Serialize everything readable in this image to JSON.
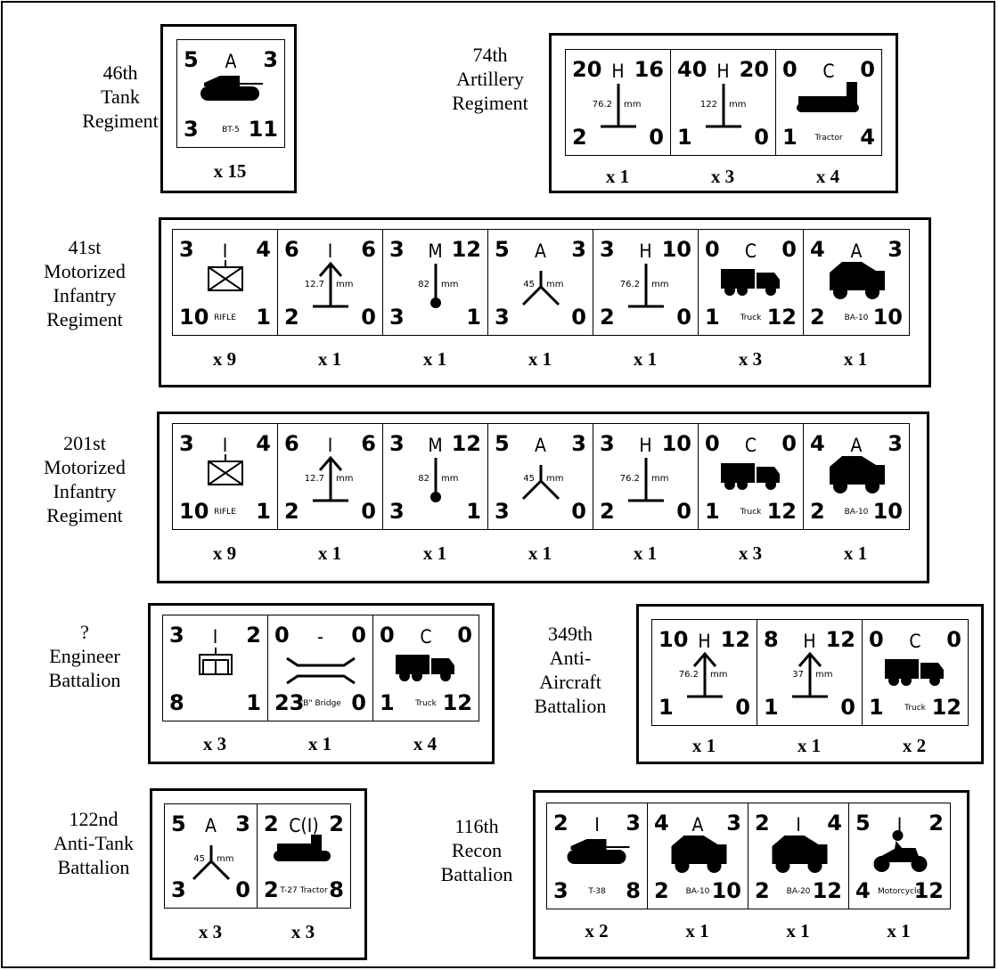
{
  "groups": {
    "tank46": {
      "label": [
        "46th",
        "Tank",
        "Regiment"
      ],
      "counters": [
        {
          "tl": "5",
          "type": "A",
          "tr": "3",
          "bl": "3",
          "br": "11",
          "sub": "BT-5",
          "count": "x 15"
        }
      ]
    },
    "art74": {
      "label": [
        "74th",
        "Artillery",
        "Regiment"
      ],
      "counters": [
        {
          "tl": "20",
          "type": "H",
          "tr": "16",
          "bl": "2",
          "br": "0",
          "cal": "76.2",
          "unit": "mm",
          "count": "x 1"
        },
        {
          "tl": "40",
          "type": "H",
          "tr": "20",
          "bl": "1",
          "br": "0",
          "cal": "122",
          "unit": "mm",
          "count": "x 3"
        },
        {
          "tl": "0",
          "type": "C",
          "tr": "0",
          "bl": "1",
          "br": "4",
          "sub": "Tractor",
          "count": "x 4"
        }
      ]
    },
    "mir41": {
      "label": [
        "41st",
        "Motorized",
        "Infantry",
        "Regiment"
      ],
      "counters": [
        {
          "tl": "3",
          "type": "I",
          "tr": "4",
          "bl": "10",
          "br": "1",
          "sub": "RIFLE",
          "count": "x 9"
        },
        {
          "tl": "6",
          "type": "I",
          "tr": "6",
          "bl": "2",
          "br": "0",
          "cal": "12.7",
          "unit": "mm",
          "count": "x 1"
        },
        {
          "tl": "3",
          "type": "M",
          "tr": "12",
          "bl": "3",
          "br": "1",
          "cal": "82",
          "unit": "mm",
          "count": "x 1"
        },
        {
          "tl": "5",
          "type": "A",
          "tr": "3",
          "bl": "3",
          "br": "0",
          "cal": "45",
          "unit": "mm",
          "count": "x 1"
        },
        {
          "tl": "3",
          "type": "H",
          "tr": "10",
          "bl": "2",
          "br": "0",
          "cal": "76.2",
          "unit": "mm",
          "count": "x 1"
        },
        {
          "tl": "0",
          "type": "C",
          "tr": "0",
          "bl": "1",
          "br": "12",
          "sub": "Truck",
          "count": "x 3"
        },
        {
          "tl": "4",
          "type": "A",
          "tr": "3",
          "bl": "2",
          "br": "10",
          "sub": "BA-10",
          "count": "x 1"
        }
      ]
    },
    "mir201": {
      "label": [
        "201st",
        "Motorized",
        "Infantry",
        "Regiment"
      ],
      "counters": [
        {
          "tl": "3",
          "type": "I",
          "tr": "4",
          "bl": "10",
          "br": "1",
          "sub": "RIFLE",
          "count": "x 9"
        },
        {
          "tl": "6",
          "type": "I",
          "tr": "6",
          "bl": "2",
          "br": "0",
          "cal": "12.7",
          "unit": "mm",
          "count": "x 1"
        },
        {
          "tl": "3",
          "type": "M",
          "tr": "12",
          "bl": "3",
          "br": "1",
          "cal": "82",
          "unit": "mm",
          "count": "x 1"
        },
        {
          "tl": "5",
          "type": "A",
          "tr": "3",
          "bl": "3",
          "br": "0",
          "cal": "45",
          "unit": "mm",
          "count": "x 1"
        },
        {
          "tl": "3",
          "type": "H",
          "tr": "10",
          "bl": "2",
          "br": "0",
          "cal": "76.2",
          "unit": "mm",
          "count": "x 1"
        },
        {
          "tl": "0",
          "type": "C",
          "tr": "0",
          "bl": "1",
          "br": "12",
          "sub": "Truck",
          "count": "x 3"
        },
        {
          "tl": "4",
          "type": "A",
          "tr": "3",
          "bl": "2",
          "br": "10",
          "sub": "BA-10",
          "count": "x 1"
        }
      ]
    },
    "eng": {
      "label": [
        "?",
        "Engineer",
        "Battalion"
      ],
      "counters": [
        {
          "tl": "3",
          "type": "I",
          "tr": "2",
          "bl": "8",
          "br": "1",
          "count": "x 3"
        },
        {
          "tl": "0",
          "type": "-",
          "tr": "0",
          "bl": "23",
          "br": "0",
          "sub": "\"B\" Bridge",
          "count": "x 1"
        },
        {
          "tl": "0",
          "type": "C",
          "tr": "0",
          "bl": "1",
          "br": "12",
          "sub": "Truck",
          "count": "x 4"
        }
      ]
    },
    "aa349": {
      "label": [
        "349th",
        "Anti-",
        "Aircraft",
        "Battalion"
      ],
      "counters": [
        {
          "tl": "10",
          "type": "H",
          "tr": "12",
          "bl": "1",
          "br": "0",
          "cal": "76.2",
          "unit": "mm",
          "count": "x 1"
        },
        {
          "tl": "8",
          "type": "H",
          "tr": "12",
          "bl": "1",
          "br": "0",
          "cal": "37",
          "unit": "mm",
          "count": "x 1"
        },
        {
          "tl": "0",
          "type": "C",
          "tr": "0",
          "bl": "1",
          "br": "12",
          "sub": "Truck",
          "count": "x 2"
        }
      ]
    },
    "at122": {
      "label": [
        "122nd",
        "Anti-Tank",
        "Battalion"
      ],
      "counters": [
        {
          "tl": "5",
          "type": "A",
          "tr": "3",
          "bl": "3",
          "br": "0",
          "cal": "45",
          "unit": "mm",
          "count": "x 3"
        },
        {
          "tl": "2",
          "type": "C(I)",
          "tr": "2",
          "bl": "2",
          "br": "8",
          "sub": "T-27 Tractor",
          "count": "x 3"
        }
      ]
    },
    "rec116": {
      "label": [
        "116th",
        "Recon",
        "Battalion"
      ],
      "counters": [
        {
          "tl": "2",
          "type": "I",
          "tr": "3",
          "bl": "3",
          "br": "8",
          "sub": "T-38",
          "count": "x 2"
        },
        {
          "tl": "4",
          "type": "A",
          "tr": "3",
          "bl": "2",
          "br": "10",
          "sub": "BA-10",
          "count": "x 1"
        },
        {
          "tl": "2",
          "type": "I",
          "tr": "4",
          "bl": "2",
          "br": "12",
          "sub": "BA-20",
          "count": "x 1"
        },
        {
          "tl": "5",
          "type": "I",
          "tr": "2",
          "bl": "4",
          "br": "12",
          "sub": "Motorcycle",
          "count": "x 1"
        }
      ]
    }
  }
}
